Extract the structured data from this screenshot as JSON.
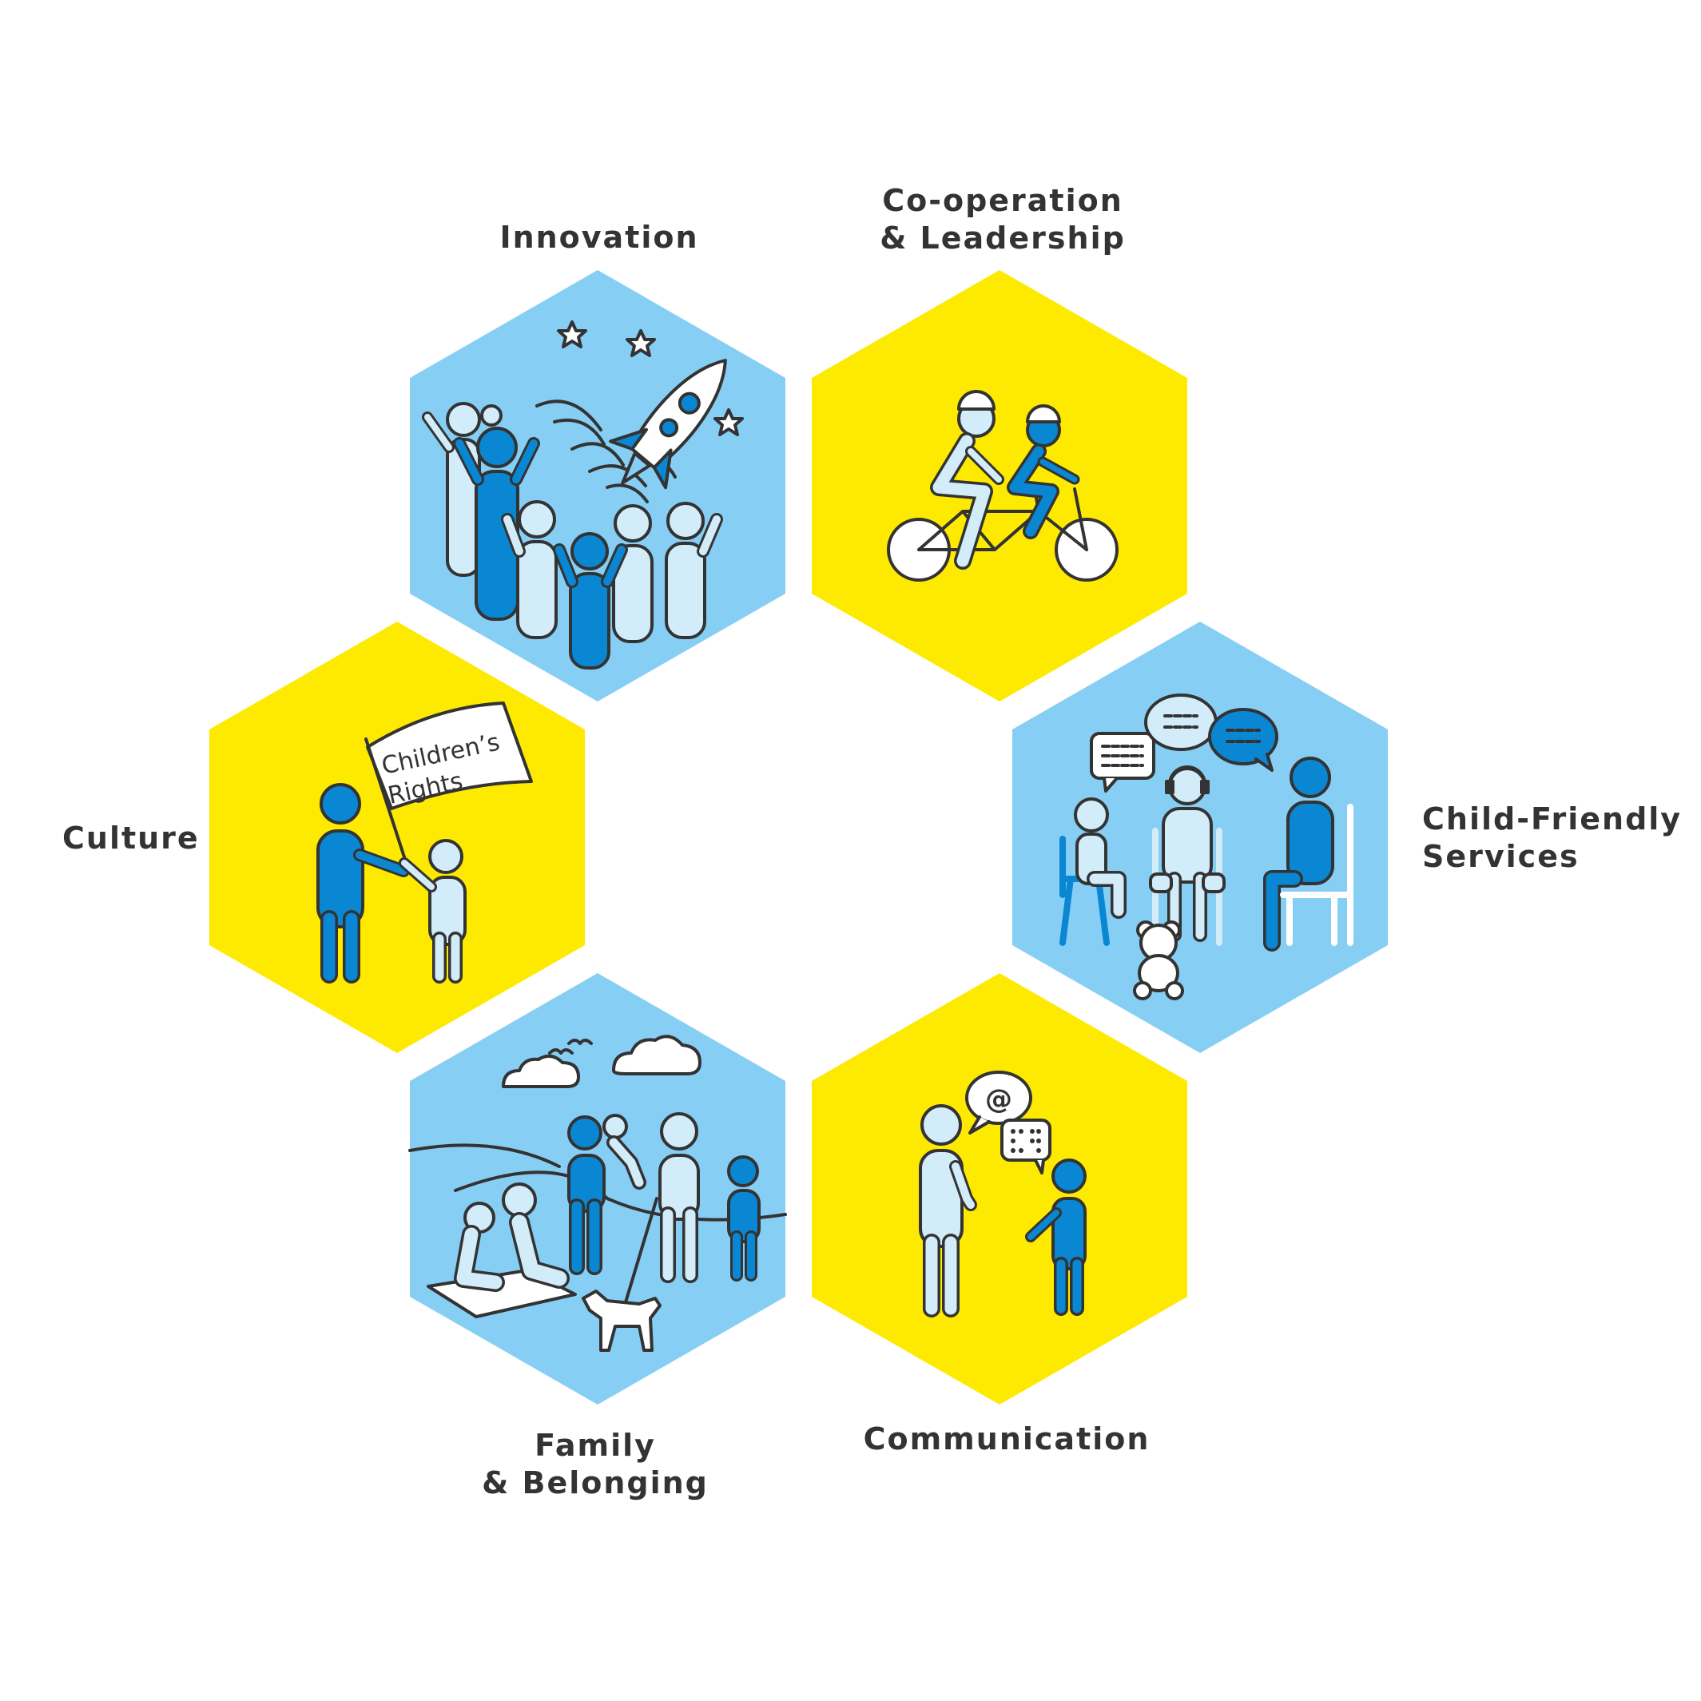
{
  "colors": {
    "blue_hex": "#87CEF5",
    "yellow_hex": "#FEEA00",
    "dark_blue": "#0A87D2",
    "light_fill": "#D3ECFA",
    "outline": "#333333",
    "text": "#333333"
  },
  "hexagons": [
    {
      "id": "innovation",
      "label_lines": [
        "Innovation"
      ],
      "color": "blue",
      "icon": "celebrating-people-rocket-icon"
    },
    {
      "id": "cooperation",
      "label_lines": [
        "Co-operation",
        "& Leadership"
      ],
      "color": "yellow",
      "icon": "tandem-bicycle-icon"
    },
    {
      "id": "child-friendly",
      "label_lines": [
        "Child-Friendly",
        "Services"
      ],
      "color": "blue",
      "icon": "group-conversation-icon"
    },
    {
      "id": "communication",
      "label_lines": [
        "Communication"
      ],
      "color": "yellow",
      "icon": "adult-child-talking-icon"
    },
    {
      "id": "family",
      "label_lines": [
        "Family",
        "& Belonging"
      ],
      "color": "blue",
      "icon": "family-picnic-icon"
    },
    {
      "id": "culture",
      "label_lines": [
        "Culture"
      ],
      "color": "yellow",
      "icon": "childrens-rights-flag-icon"
    }
  ],
  "flag_text": [
    "Children’s",
    "Rights"
  ],
  "bubble_text": "@"
}
